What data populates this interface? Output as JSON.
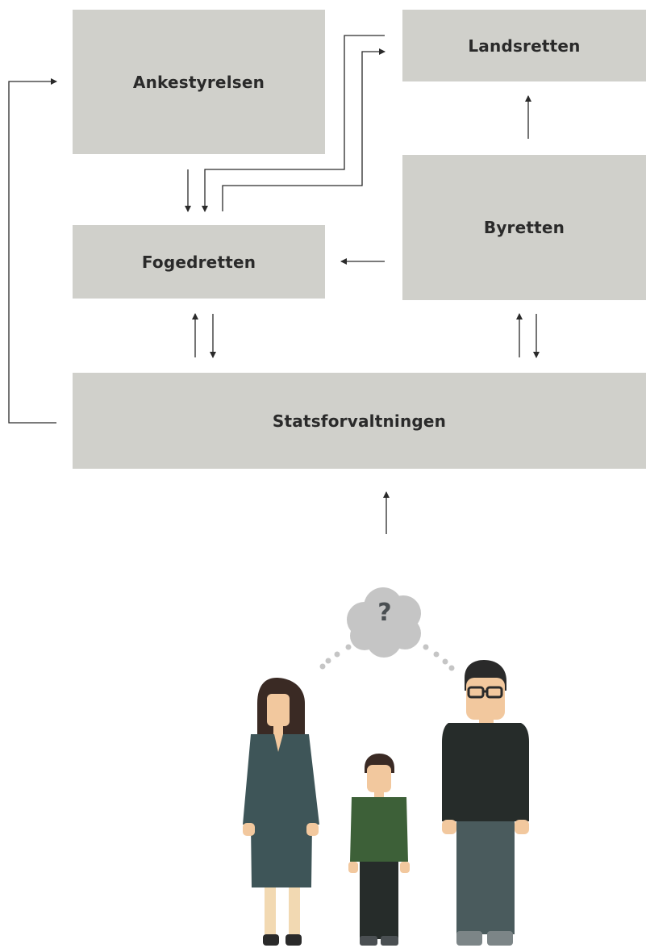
{
  "diagram": {
    "boxes": {
      "ankestyrelsen": "Ankestyrelsen",
      "landsretten": "Landsretten",
      "fogedretten": "Fogedretten",
      "byretten": "Byretten",
      "statsforvaltningen": "Statsforvaltningen"
    },
    "edges": [
      {
        "from": "Statsforvaltningen",
        "to": "Ankestyrelsen"
      },
      {
        "from": "Statsforvaltningen",
        "to": "Fogedretten"
      },
      {
        "from": "Fogedretten",
        "to": "Statsforvaltningen"
      },
      {
        "from": "Statsforvaltningen",
        "to": "Byretten"
      },
      {
        "from": "Byretten",
        "to": "Statsforvaltningen"
      },
      {
        "from": "Byretten",
        "to": "Fogedretten"
      },
      {
        "from": "Byretten",
        "to": "Landsretten"
      },
      {
        "from": "Ankestyrelsen",
        "to": "Fogedretten"
      },
      {
        "from": "Landsretten",
        "to": "Fogedretten"
      },
      {
        "from": "Fogedretten",
        "to": "Landsretten"
      },
      {
        "from": "Family",
        "to": "Statsforvaltningen"
      }
    ]
  },
  "illustration": {
    "thought_bubble_text": "?",
    "people": [
      "woman",
      "child",
      "man"
    ]
  },
  "colors": {
    "box_fill": "#d0d0cb",
    "line": "#2a2a2a",
    "bubble": "#c5c5c5"
  }
}
